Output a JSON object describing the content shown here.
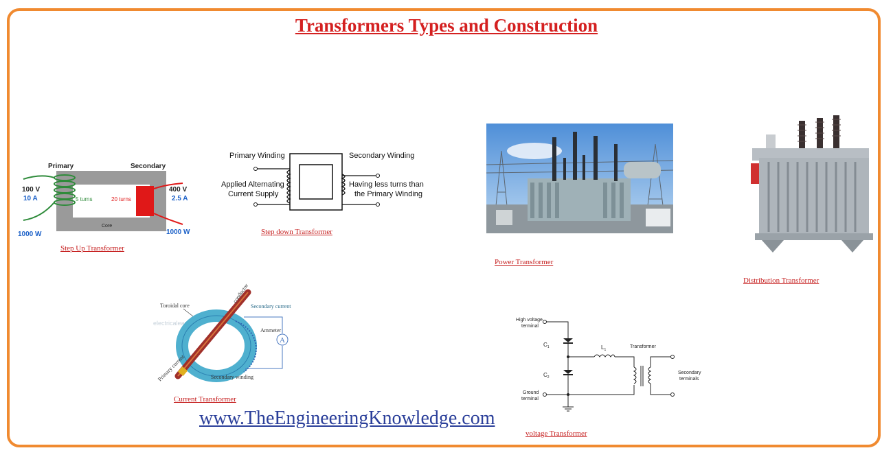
{
  "title": "Transformers Types and Construction",
  "website": "www.TheEngineeringKnowledge.com",
  "colors": {
    "frame": "#f08a30",
    "title": "#d42020",
    "caption": "#c62020",
    "website": "#2b3f9a"
  },
  "step_up": {
    "caption": "Step Up Transformer",
    "primary_label": "Primary",
    "secondary_label": "Secondary",
    "v_in": "100 V",
    "i_in": "10 A",
    "v_out": "400 V",
    "i_out": "2.5 A",
    "turns_primary": "5 turns",
    "turns_secondary": "20 turns",
    "core_label": "Core",
    "p_in": "1000 W",
    "p_out": "1000 W"
  },
  "step_down": {
    "caption": "Step down Transformer",
    "primary_winding": "Primary Winding",
    "secondary_winding": "Secondary Winding",
    "left_note_1": "Applied Alternating",
    "left_note_2": "Current Supply",
    "right_note_1": "Having less turns than",
    "right_note_2": "the Primary Winding"
  },
  "power": {
    "caption": "Power Transformer"
  },
  "distribution": {
    "caption": "Distribution Transformer"
  },
  "current": {
    "caption": "Current Transformer",
    "toroidal_core": "Toroidal core",
    "conductor": "conductor",
    "secondary_current": "Secondary current",
    "ammeter": "Ammeter",
    "ammeter_symbol": "A",
    "primary_current": "Primary current",
    "secondary_winding": "Secondary winding",
    "watermark": "electricaleasy.com"
  },
  "voltage": {
    "caption": "voltage Transformer",
    "high_voltage_1": "High voltage",
    "high_voltage_2": "terminal",
    "c1": "C",
    "c1_sub": "1",
    "c2": "C",
    "c2_sub": "2",
    "l1": "L",
    "l1_sub": "1",
    "transformer": "Transformer",
    "ground_1": "Ground",
    "ground_2": "terminal",
    "secondary_1": "Secondary",
    "secondary_2": "terminals"
  }
}
